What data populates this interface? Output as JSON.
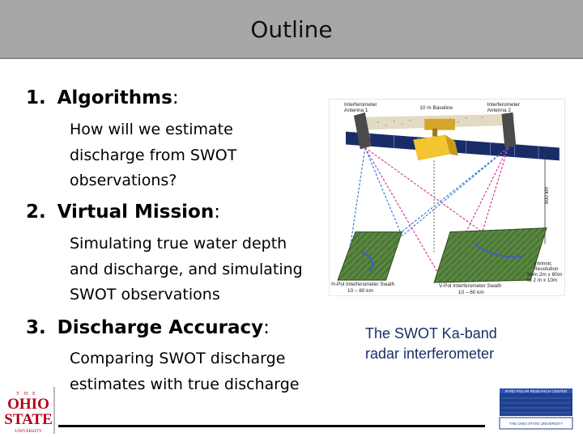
{
  "slide": {
    "title": "Outline",
    "sections": [
      {
        "number": "1.",
        "heading": "Algorithms",
        "colon": ":",
        "lines": [
          "How will we estimate",
          "discharge from SWOT",
          "observations?"
        ]
      },
      {
        "number": "2.",
        "heading": "Virtual Mission",
        "colon": ":",
        "lines": [
          "Simulating true water depth",
          "and discharge, and simulating",
          "SWOT observations"
        ]
      },
      {
        "number": "3.",
        "heading": "Discharge Accuracy",
        "colon": ":",
        "lines": [
          "Comparing SWOT discharge",
          "estimates with true discharge"
        ]
      }
    ],
    "caption": [
      "The SWOT Ka-band",
      "radar interferometer"
    ]
  },
  "figure": {
    "labels": {
      "antenna1": [
        "Interferometer",
        "Antenna 1"
      ],
      "baseline": "10 m Baseline",
      "antenna2": [
        "Interferometer",
        "Antenna 2"
      ],
      "altitude": "800 km",
      "hpol": [
        "H-Pol Interferometer Swath",
        "10 – 60 km"
      ],
      "vpol": [
        "V-Pol Interferometer Swath",
        "10 – 60 km"
      ],
      "resolution": [
        "Intrinsic",
        "Resolution",
        "from 2m x 60m",
        "to 2 m x 10m"
      ]
    }
  },
  "logos": {
    "osu": [
      "THE",
      "OHIO",
      "STATE",
      "UNIVERSITY"
    ],
    "pbrc_top": "BYRD POLAR RESEARCH CENTER",
    "pbrc_bottom": "THE OHIO STATE UNIVERSITY"
  },
  "colors": {
    "title_bar": "#a7a7a7",
    "caption": "#1a2e66",
    "osu_red": "#b3001b",
    "pbrc_blue": "#1f3f8f"
  }
}
